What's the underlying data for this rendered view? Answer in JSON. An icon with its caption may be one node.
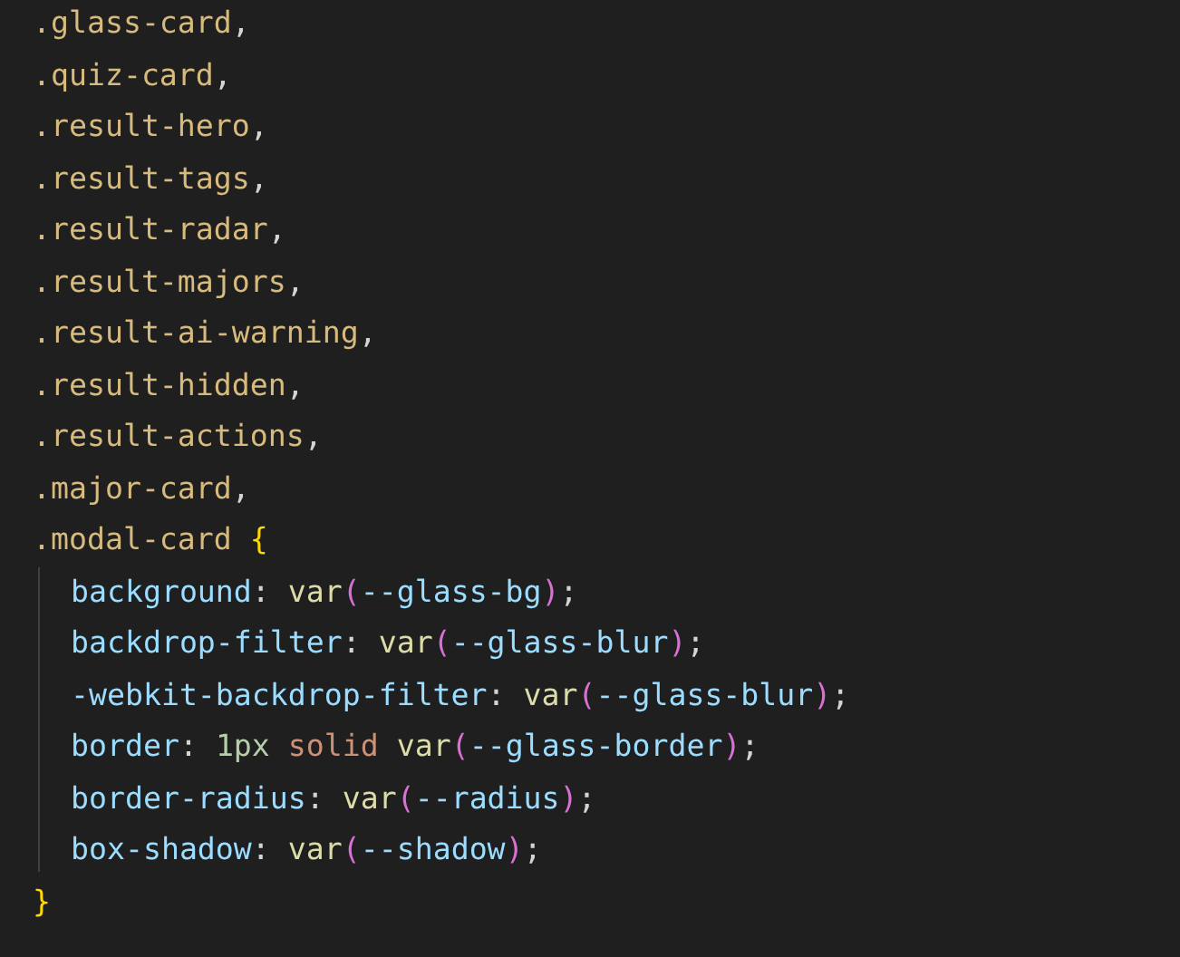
{
  "diagram": {
    "labels": [
      ".glass-card,",
      ".quiz-card,",
      ".result-hero,",
      ".result-tags,",
      ".result-radar,",
      ".result-majors,",
      ".result-ai-warning,",
      ".result-hidden,",
      ".result-actions,",
      ".major-card,",
      ".modal-card {",
      "background: var(--glass-bg);",
      "backdrop-filter: var(--glass-blur);",
      "-webkit-backdrop-filter: var(--glass-blur);",
      "border: 1px solid var(--glass-border);",
      "border-radius: var(--radius);",
      "box-shadow: var(--shadow);",
      "}"
    ]
  }
}
